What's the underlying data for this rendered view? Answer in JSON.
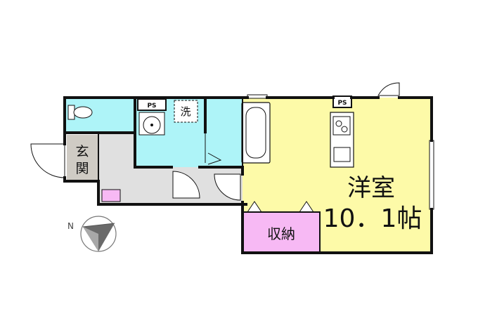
{
  "floorplan": {
    "rooms": {
      "western_room": {
        "name": "洋室",
        "area": "10．1帖"
      },
      "storage": {
        "name": "収納"
      },
      "entrance": {
        "name": "玄関"
      },
      "washer": {
        "name": "洗"
      }
    },
    "pipe_space_labels": [
      "PS",
      "PS"
    ],
    "compass": {
      "north_label": "N"
    },
    "colors": {
      "western_room": "#fdfaa8",
      "wet_areas": "#aef4f8",
      "storage": "#f7b9f4",
      "entrance": "#cfcbc4",
      "hallway": "#e0e0e0",
      "walls": "#111111"
    }
  }
}
